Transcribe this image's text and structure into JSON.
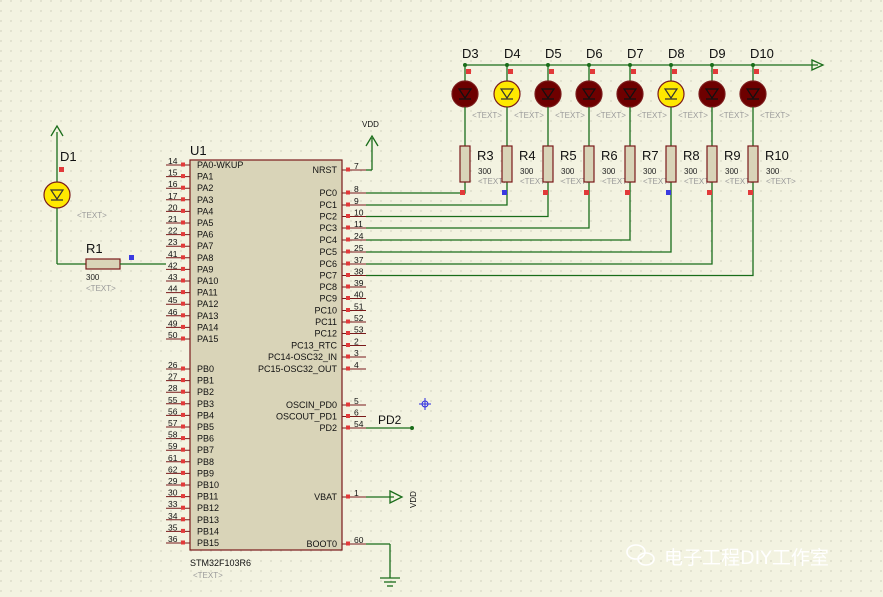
{
  "chip": {
    "ref": "U1",
    "part": "STM32F103R6",
    "text": "<TEXT>",
    "left_pins": [
      {
        "num": "14",
        "name": "PA0-WKUP"
      },
      {
        "num": "15",
        "name": "PA1"
      },
      {
        "num": "16",
        "name": "PA2"
      },
      {
        "num": "17",
        "name": "PA3"
      },
      {
        "num": "20",
        "name": "PA4"
      },
      {
        "num": "21",
        "name": "PA5"
      },
      {
        "num": "22",
        "name": "PA6"
      },
      {
        "num": "23",
        "name": "PA7"
      },
      {
        "num": "41",
        "name": "PA8"
      },
      {
        "num": "42",
        "name": "PA9"
      },
      {
        "num": "43",
        "name": "PA10"
      },
      {
        "num": "44",
        "name": "PA11"
      },
      {
        "num": "45",
        "name": "PA12"
      },
      {
        "num": "46",
        "name": "PA13"
      },
      {
        "num": "49",
        "name": "PA14"
      },
      {
        "num": "50",
        "name": "PA15"
      },
      {
        "num": "26",
        "name": "PB0"
      },
      {
        "num": "27",
        "name": "PB1"
      },
      {
        "num": "28",
        "name": "PB2"
      },
      {
        "num": "55",
        "name": "PB3"
      },
      {
        "num": "56",
        "name": "PB4"
      },
      {
        "num": "57",
        "name": "PB5"
      },
      {
        "num": "58",
        "name": "PB6"
      },
      {
        "num": "59",
        "name": "PB7"
      },
      {
        "num": "61",
        "name": "PB8"
      },
      {
        "num": "62",
        "name": "PB9"
      },
      {
        "num": "29",
        "name": "PB10"
      },
      {
        "num": "30",
        "name": "PB11"
      },
      {
        "num": "33",
        "name": "PB12"
      },
      {
        "num": "34",
        "name": "PB13"
      },
      {
        "num": "35",
        "name": "PB14"
      },
      {
        "num": "36",
        "name": "PB15"
      }
    ],
    "right_pins": [
      {
        "num": "7",
        "name": "NRST"
      },
      {
        "num": "8",
        "name": "PC0"
      },
      {
        "num": "9",
        "name": "PC1"
      },
      {
        "num": "10",
        "name": "PC2"
      },
      {
        "num": "11",
        "name": "PC3"
      },
      {
        "num": "24",
        "name": "PC4"
      },
      {
        "num": "25",
        "name": "PC5"
      },
      {
        "num": "37",
        "name": "PC6"
      },
      {
        "num": "38",
        "name": "PC7"
      },
      {
        "num": "39",
        "name": "PC8"
      },
      {
        "num": "40",
        "name": "PC9"
      },
      {
        "num": "51",
        "name": "PC10"
      },
      {
        "num": "52",
        "name": "PC11"
      },
      {
        "num": "53",
        "name": "PC12"
      },
      {
        "num": "2",
        "name": "PC13_RTC"
      },
      {
        "num": "3",
        "name": "PC14-OSC32_IN"
      },
      {
        "num": "4",
        "name": "PC15-OSC32_OUT"
      },
      {
        "num": "5",
        "name": "OSCIN_PD0"
      },
      {
        "num": "6",
        "name": "OSCOUT_PD1"
      },
      {
        "num": "54",
        "name": "PD2"
      },
      {
        "num": "1",
        "name": "VBAT"
      },
      {
        "num": "60",
        "name": "BOOT0"
      }
    ]
  },
  "leds": [
    {
      "ref": "D3",
      "lit": false
    },
    {
      "ref": "D4",
      "lit": true
    },
    {
      "ref": "D5",
      "lit": false
    },
    {
      "ref": "D6",
      "lit": false
    },
    {
      "ref": "D7",
      "lit": false
    },
    {
      "ref": "D8",
      "lit": true
    },
    {
      "ref": "D9",
      "lit": false
    },
    {
      "ref": "D10",
      "lit": false
    }
  ],
  "resistors": [
    {
      "ref": "R3",
      "value": "300"
    },
    {
      "ref": "R4",
      "value": "300"
    },
    {
      "ref": "R5",
      "value": "300"
    },
    {
      "ref": "R6",
      "value": "300"
    },
    {
      "ref": "R7",
      "value": "300"
    },
    {
      "ref": "R8",
      "value": "300"
    },
    {
      "ref": "R9",
      "value": "300"
    },
    {
      "ref": "R10",
      "value": "300"
    }
  ],
  "d1": {
    "ref": "D1",
    "lit": true,
    "text": "<TEXT>"
  },
  "r1": {
    "ref": "R1",
    "value": "300",
    "text": "<TEXT>"
  },
  "text_placeholder": "<TEXT>",
  "nets": {
    "vdd": "VDD",
    "pd2": "PD2"
  },
  "watermark": "电子工程DIY工作室",
  "colors": {
    "wire": "#1a6d1a",
    "led_on": "#ffe900",
    "led_off": "#6e0000",
    "background": "#f3f3e1",
    "chip_body": "#d9d4b8"
  }
}
